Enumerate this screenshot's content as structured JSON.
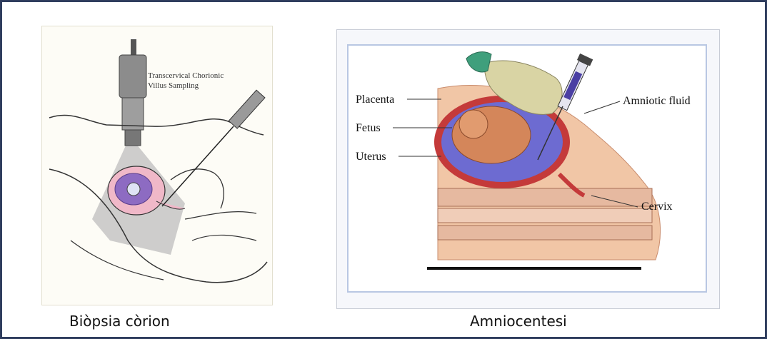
{
  "colors": {
    "frame_border": "#2f3d5e",
    "uterus_red": "#c43a3a",
    "fluid_purple": "#6d6bd1",
    "skin": "#f1c6a6",
    "glove": "#d9d4a4"
  },
  "cvs": {
    "title_line1": "Transcervical Chorionic",
    "title_line2": "Villus Sampling",
    "caption": "Biòpsia còrion"
  },
  "amnio": {
    "labels": {
      "placenta": "Placenta",
      "fetus": "Fetus",
      "uterus": "Uterus",
      "amniotic_fluid": "Amniotic fluid",
      "cervix": "Cervix"
    },
    "caption": "Amniocentesi"
  }
}
